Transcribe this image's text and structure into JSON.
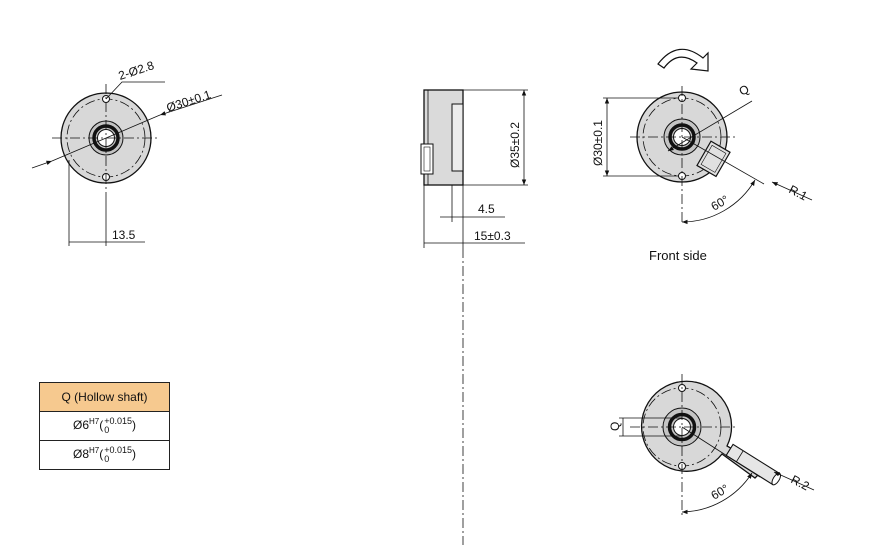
{
  "dimensions": {
    "holes": "2-Ø2.8",
    "bolt_circle": "Ø30±0.1",
    "offset": "13.5",
    "height": "Ø35±0.2",
    "flange": "4.5",
    "length": "15±0.3",
    "front_bolt_circle": "Ø30±0.1",
    "shaft_label": "Q",
    "radius_1": "R.1",
    "radius_2": "R.2",
    "angle_1": "60°",
    "angle_2": "60°",
    "front_side_label": "Front side",
    "shaft_label_bottom": "Q"
  },
  "table": {
    "header": "Q (Hollow shaft)",
    "rows": [
      {
        "base": "Ø6",
        "fit": "H7",
        "upper": "+0.015",
        "lower": "0"
      },
      {
        "base": "Ø8",
        "fit": "H7",
        "upper": "+0.015",
        "lower": "0"
      }
    ]
  },
  "colors": {
    "table_header": "#f6c98f",
    "body_fill": "#d6d6d6",
    "line": "#111111"
  }
}
